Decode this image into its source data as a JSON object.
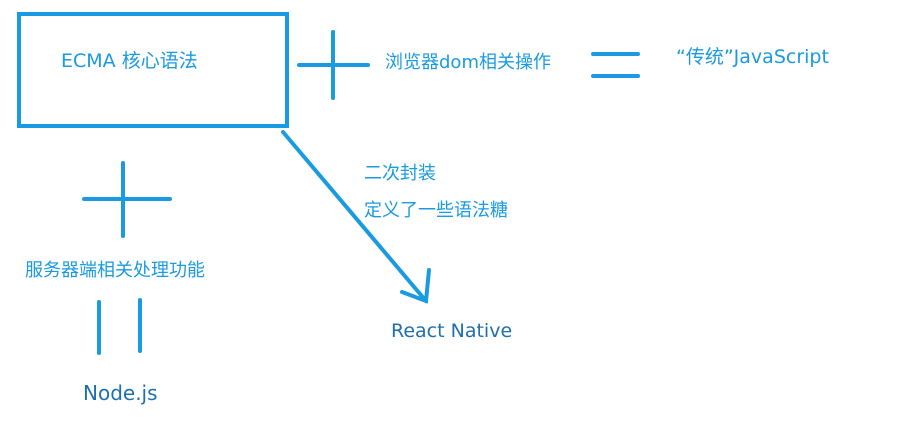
{
  "nodes": {
    "ecma": "ECMA 核心语法",
    "dom": "浏览器dom相关操作",
    "js": "“传统”JavaScript",
    "server": "服务器端相关处理功能",
    "node": "Node.js",
    "rn": "React Native"
  },
  "annotations": {
    "line1": "二次封装",
    "line2": "定义了一些语法糖"
  },
  "colors": {
    "stroke": "#1a9ae0",
    "text": "#1a9ae0",
    "dark_text": "#1f6fae"
  }
}
